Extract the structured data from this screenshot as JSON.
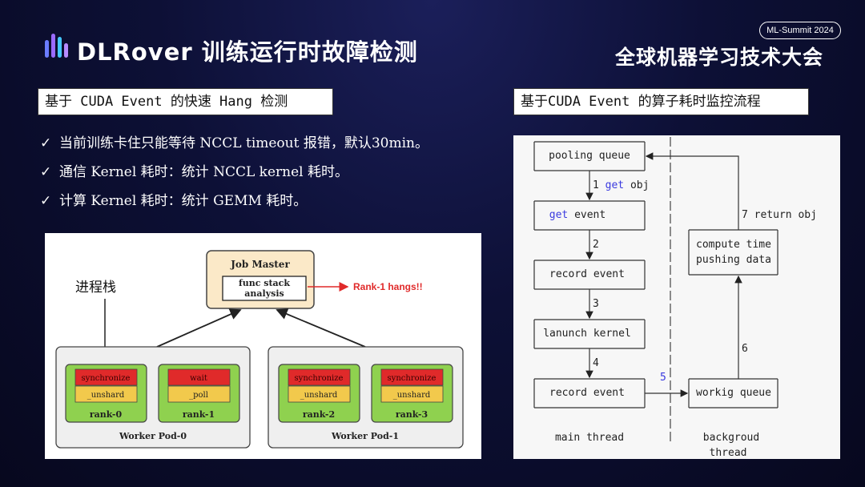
{
  "header": {
    "title": "DLRover 训练运行时故障检测",
    "event_badge": "ML-Summit 2024",
    "event_title": "全球机器学习技术大会"
  },
  "left_section": {
    "heading": "基于 CUDA Event 的快速 Hang 检测",
    "bullets": [
      "当前训练卡住只能等待 NCCL timeout 报错，默认30min。",
      "通信 Kernel 耗时：统计 NCCL kernel 耗时。",
      "计算 Kernel 耗时：统计 GEMM 耗时。"
    ],
    "check_glyph": "✓"
  },
  "right_section": {
    "heading": "基于CUDA Event 的算子耗时监控流程"
  },
  "job_diagram": {
    "job_master": "Job Master",
    "analysis_line1": "func stack",
    "analysis_line2": "analysis",
    "hang_label": "Rank-1 hangs!!",
    "process_stack_label": "进程栈",
    "pods": [
      {
        "name": "Worker Pod-0",
        "ranks": [
          {
            "top": "synchronize",
            "bottom": "_unshard",
            "name": "rank-0"
          },
          {
            "top": "wait",
            "bottom": "_poll",
            "name": "rank-1"
          }
        ]
      },
      {
        "name": "Worker Pod-1",
        "ranks": [
          {
            "top": "synchronize",
            "bottom": "_unshard",
            "name": "rank-2"
          },
          {
            "top": "synchronize",
            "bottom": "_unshard",
            "name": "rank-3"
          }
        ]
      }
    ],
    "colors": {
      "red": "#e02a2a",
      "yellow": "#f2c94c",
      "green": "#8fd14f",
      "master_bg": "#fbe9c8"
    }
  },
  "flow_diagram": {
    "main_boxes": [
      "pooling queue",
      "get event",
      "record event",
      "lanunch kernel",
      "record event"
    ],
    "get_keyword": "get",
    "get_event_rest": " event",
    "side_box_line1": "compute time",
    "side_box_line2": "pushing data",
    "working_queue": "workig queue",
    "step1_num": "1",
    "step1_kw": "get",
    "step1_rest": " obj",
    "steps": [
      "2",
      "3",
      "4",
      "5",
      "6"
    ],
    "step7": "7  return obj",
    "main_thread": "main thread",
    "bg_thread_line1": "backgroud",
    "bg_thread_line2": "thread",
    "keyword_color": "#3a3adf"
  }
}
